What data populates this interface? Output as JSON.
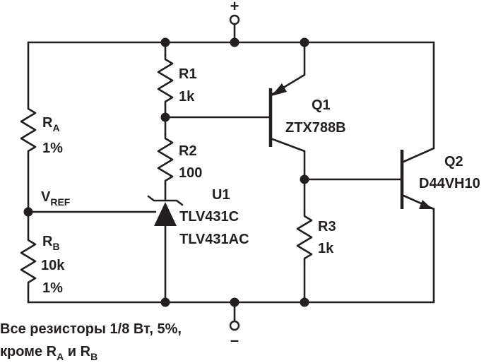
{
  "supply": {
    "plus": "+",
    "minus": "–"
  },
  "components": {
    "r1": {
      "ref": "R1",
      "value": "1k"
    },
    "r2": {
      "ref": "R2",
      "value": "100"
    },
    "r3": {
      "ref": "R3",
      "value": "1k"
    },
    "ra": {
      "ref_main": "R",
      "ref_sub": "A",
      "value": "1%"
    },
    "rb": {
      "ref_main": "R",
      "ref_sub": "B",
      "value": "10k",
      "tolerance": "1%"
    },
    "u1": {
      "ref": "U1",
      "part1": "TLV431C",
      "part2": "TLV431AC"
    },
    "q1": {
      "ref": "Q1",
      "part": "ZTX788B"
    },
    "q2": {
      "ref": "Q2",
      "part": "D44VH10"
    }
  },
  "vref": {
    "main": "V",
    "sub": "REF"
  },
  "note": {
    "line1": "Все резисторы 1/8 Вт, 5%,",
    "line2_prefix": "кроме R",
    "line2_sub_a": "A",
    "line2_mid": " и R",
    "line2_sub_b": "B"
  }
}
